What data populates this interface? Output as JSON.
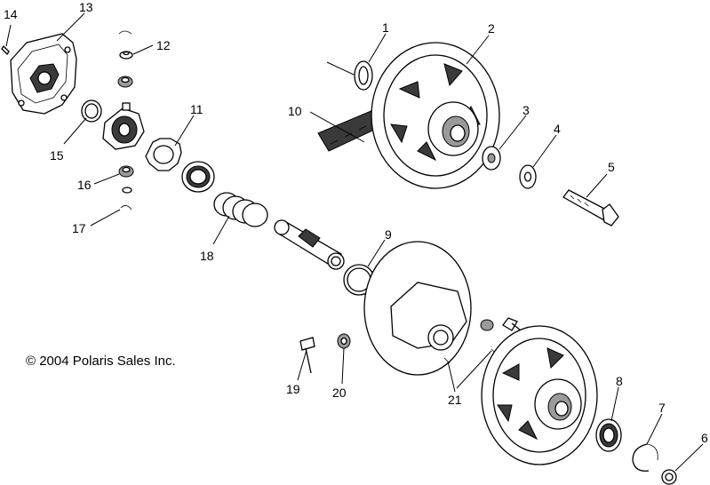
{
  "copyright": "© 2004 Polaris Sales Inc.",
  "callouts": {
    "c1": "1",
    "c2": "2",
    "c3": "3",
    "c4": "4",
    "c5": "5",
    "c6": "6",
    "c7": "7",
    "c8": "8",
    "c9": "9",
    "c10": "10",
    "c11": "11",
    "c12": "12",
    "c13": "13",
    "c14": "14",
    "c15": "15",
    "c16": "16",
    "c17": "17",
    "c18": "18",
    "c19": "19",
    "c20": "20",
    "c21": "21"
  }
}
